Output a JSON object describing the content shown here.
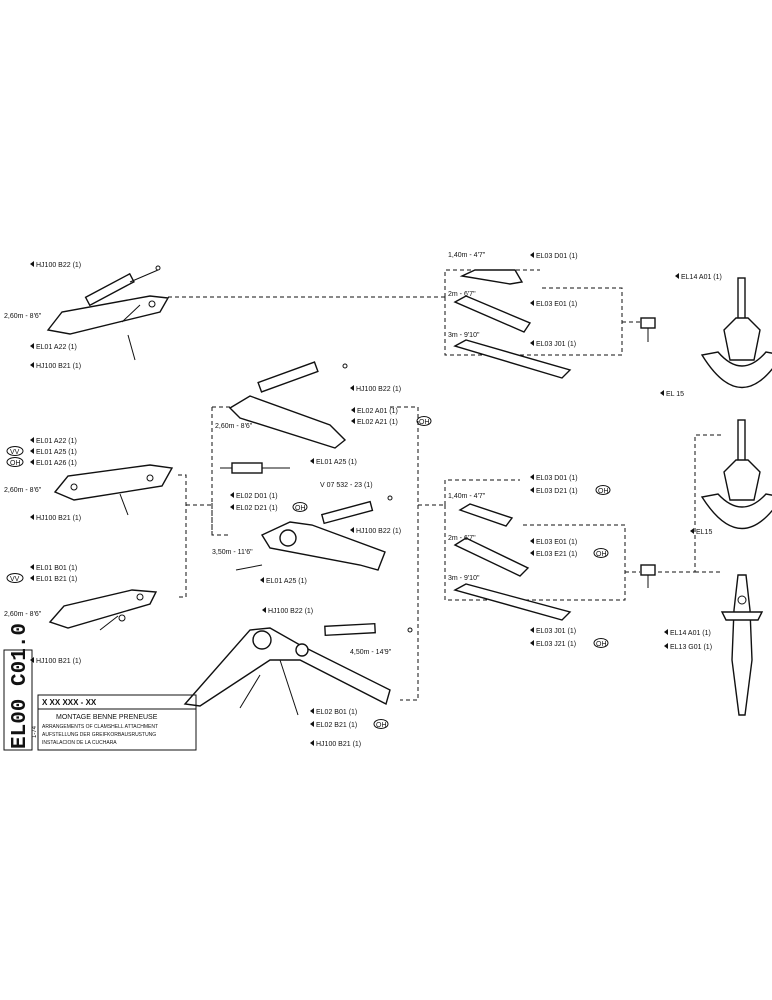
{
  "parts": {
    "top_cyl": "HJ100 B22 (1)",
    "top_len": "2,60m - 8'6\"",
    "top_arm": "EL01 A22 (1)",
    "top_cyl2": "HJ100 B21 (1)",
    "mid_arm_a22": "EL01 A22 (1)",
    "mid_arm_a25": "EL01 A25 (1)",
    "mid_arm_a26": "EL01 A26 (1)",
    "mid_len": "2,60m - 8'6\"",
    "mid_cyl": "HJ100 B21 (1)",
    "low_arm_b01": "EL01 B01 (1)",
    "low_arm_b21": "EL01 B21 (1)",
    "low_len": "2,60m - 8'6\"",
    "low_cyl": "HJ100 B21 (1)",
    "ctr_cyl": "HJ100 B22 (1)",
    "ctr_len": "2,60m - 8'6\"",
    "ctr_el02_a01": "EL02 A01 (1)",
    "ctr_el02_a21": "EL02 A21 (1)",
    "ctr_el01_a25": "EL01 A25 (1)",
    "ctr_ref": "V 07 532 - 23 (1)",
    "ctr_el02_d01": "EL02 D01 (1)",
    "ctr_el02_d21": "EL02 D21 (1)",
    "ctr_cyl2": "HJ100 B22 (1)",
    "ctr_len2": "3,50m - 11'6\"",
    "ctr_el01_a25b": "EL01 A25 (1)",
    "big_cyl": "HJ100 B22 (1)",
    "big_len": "4,50m - 14'9\"",
    "big_el02_b01": "EL02 B01 (1)",
    "big_el02_b21": "EL02 B21 (1)",
    "big_cyl2": "HJ100 B21 (1)",
    "rt_len1": "1,40m - 4'7\"",
    "rt_d01": "EL03 D01 (1)",
    "rt_len2": "2m - 6'7\"",
    "rt_e01": "EL03 E01 (1)",
    "rt_len3": "3m - 9'10\"",
    "rt_j01": "EL03 J01 (1)",
    "rb_len1": "1,40m - 4'7\"",
    "rb_d01": "EL03 D01 (1)",
    "rb_d21": "EL03 D21 (1)",
    "rb_len2": "2m - 6'7\"",
    "rb_e01": "EL03 E01 (1)",
    "rb_e21": "EL03 E21 (1)",
    "rb_len3": "3m - 9'10\"",
    "rb_j01": "EL03 J01 (1)",
    "rb_j21": "EL03 J21 (1)",
    "el14_top": "EL14 A01 (1)",
    "el15_top": "EL 15",
    "el15_mid": "EL15",
    "el14_bot": "EL14 A01 (1)",
    "el13_bot": "EL13 G01 (1)"
  },
  "badges": {
    "oh": "OH",
    "vv": "VV"
  },
  "title_block": {
    "number": "X XX XXX - XX",
    "line1": "MONTAGE BENNE PRENEUSE",
    "line2": "ARRANGEMENTS OF CLAMSHELL ATTACHMENT",
    "line3": "AUFSTELLUNG DER GREIFKORBAUSRUSTUNG",
    "line4": "INSTALACION DE LA CUCHARA",
    "code": "EL00 C01.0",
    "rev": "1-74"
  }
}
